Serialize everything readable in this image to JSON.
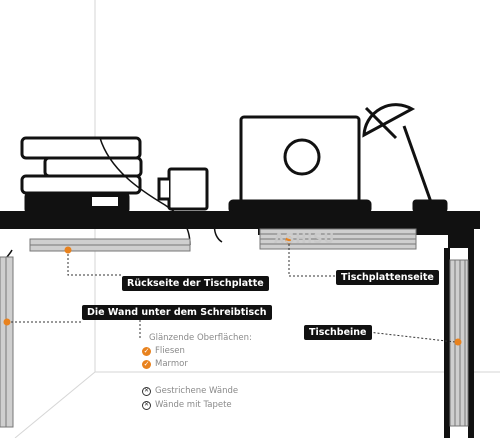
{
  "brand": "ASHISU",
  "labels": {
    "back_of_tabletop": "Rückseite der Tischplatte",
    "tabletop_side": "Tischplattenseite",
    "wall_under_desk": "Die Wand unter dem Schreibtisch",
    "table_legs": "Tischbeine"
  },
  "surfaces": {
    "heading": "Glänzende Oberflächen:",
    "suitable": [
      "Fliesen",
      "Marmor"
    ],
    "unsuitable": [
      "Gestrichene Wände",
      "Wände mit Tapete"
    ]
  },
  "colors": {
    "accent": "#e8821e",
    "outline": "#111111",
    "channel": "#cfcfcf",
    "muted_text": "#8a8a8a"
  }
}
